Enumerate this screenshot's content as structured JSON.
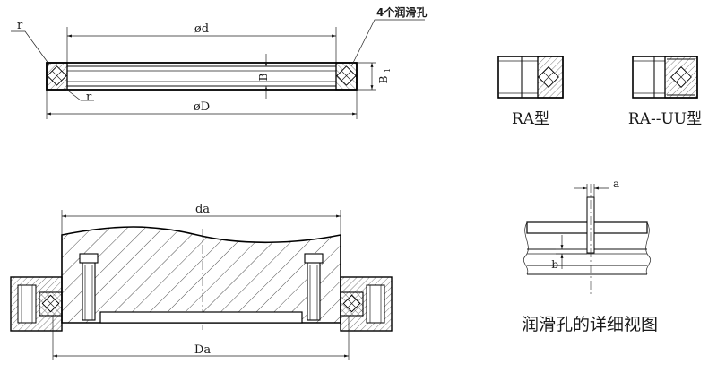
{
  "labels": {
    "top_d": "ød",
    "top_D": "øD",
    "top_B": "B",
    "top_B1": "B",
    "top_B1_sub": "1",
    "r_left": "r",
    "r_inner": "r",
    "lube_holes": "4个润滑孔",
    "type_ra": "RA型",
    "type_ra_uu": "RA--UU型",
    "bottom_da": "da",
    "bottom_Da": "Da",
    "detail_a": "a",
    "detail_b": "b",
    "detail_title": "润滑孔的详细视图"
  },
  "colors": {
    "line": "#111111",
    "background": "#ffffff"
  }
}
